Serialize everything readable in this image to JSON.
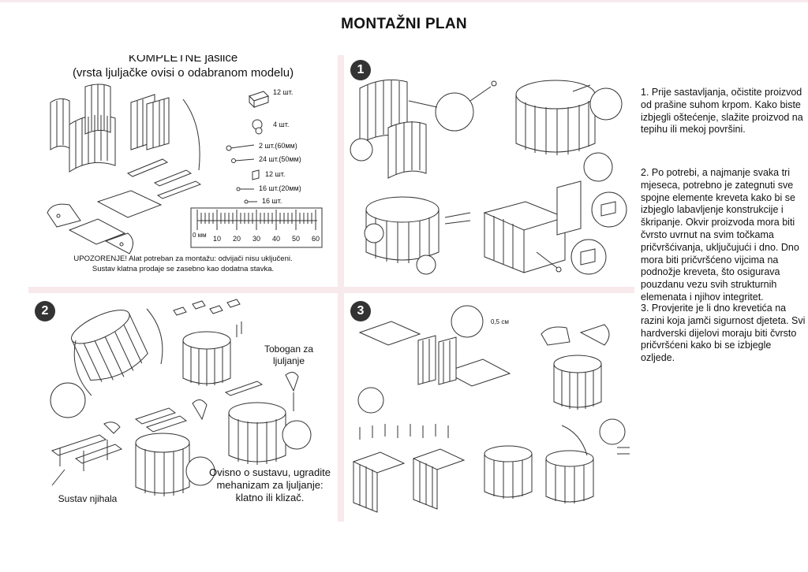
{
  "document": {
    "title": "MONTAŽNI PLAN"
  },
  "kit_panel": {
    "heading_line1": "KOMPLETNE jaslice",
    "heading_line2": "(vrsta ljuljačke ovisi o odabranom modelu)",
    "parts": [
      {
        "qty": "12 шт."
      },
      {
        "qty": "4 шт."
      },
      {
        "qty": "2 шт.(60мм)"
      },
      {
        "qty": "24 шт.(50мм)"
      },
      {
        "qty": "12 шт."
      },
      {
        "qty": "16 шт.(20мм)"
      },
      {
        "qty": "16 шт."
      }
    ],
    "ruler_unit": "0 мм",
    "ruler_ticks": [
      "10",
      "20",
      "30",
      "40",
      "50",
      "60"
    ],
    "warning_line1": "UPOZORENJE! Alat potreban za montažu: odvijači nisu uključeni.",
    "warning_line2": "Sustav klatna prodaje se zasebno kao dodatna stavka."
  },
  "steps": [
    {
      "number": "1"
    },
    {
      "number": "2",
      "label_slide": "Tobogan za ljuljanje",
      "label_system": "Sustav njihala",
      "label_mechanism": "Ovisno o sustavu, ugradite mehanizam za ljuljanje: klatno ili klizač."
    },
    {
      "number": "3",
      "measure": "0,5 см"
    }
  ],
  "instructions": [
    "1. Prije sastavljanja, očistite proizvod od prašine suhom krpom. Kako biste izbjegli oštećenje, slažite proizvod na tepihu ili mekoj površini.",
    "2. Po potrebi, a najmanje svaka tri mjeseca, potrebno je zategnuti sve spojne elemente kreveta kako bi se izbjeglo labavljenje konstrukcije i škripanje. Okvir proizvoda mora biti čvrsto uvrnut na svim točkama pričvršćivanja, uključujući i dno. Dno mora biti pričvršćeno vijcima na podnožje kreveta, što osigurava pouzdanu vezu svih strukturnih elemenata i njihov integritet.",
    "3. Provjerite je li dno krevetića na razini koja jamči sigurnost djeteta. Svi hardverski dijelovi moraju biti čvrsto pričvršćeni kako bi se izbjegle ozljede."
  ]
}
